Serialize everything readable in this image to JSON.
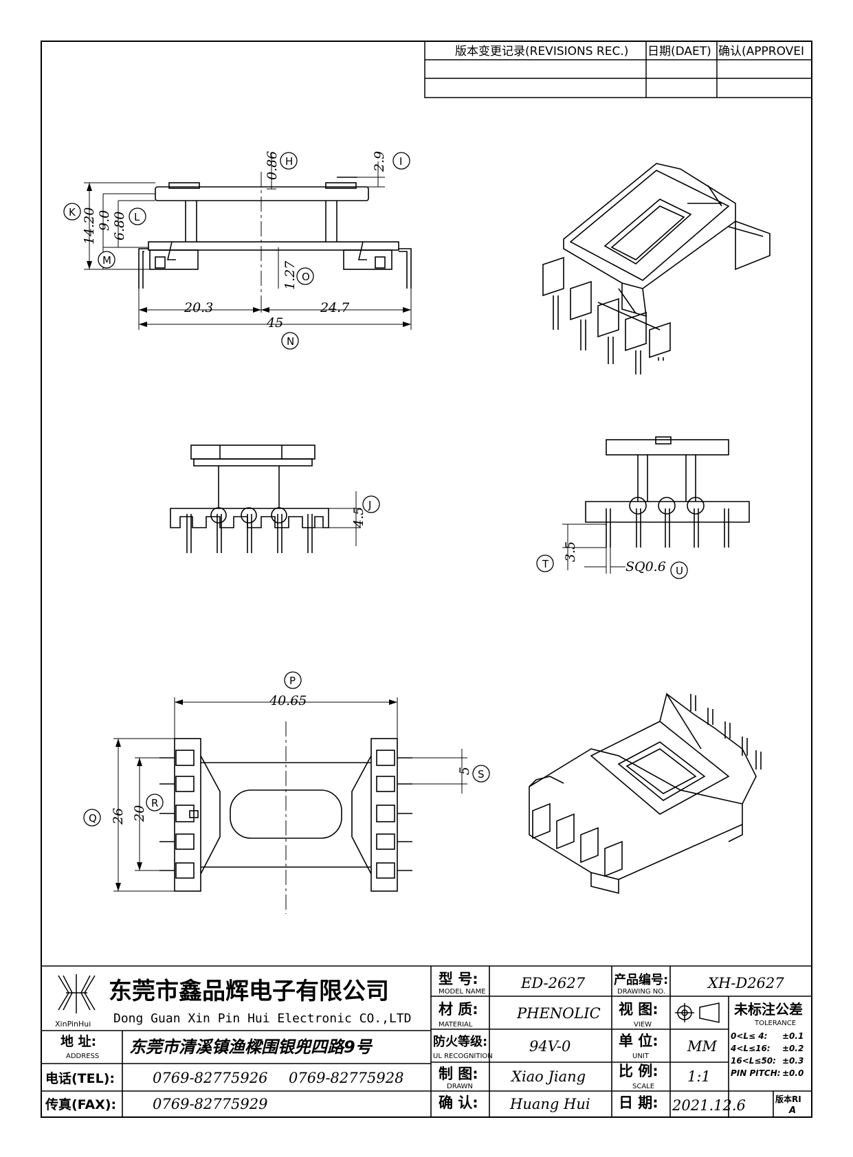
{
  "revisions": {
    "col_record": "版本变更记录(REVISIONS REC.)",
    "col_date": "日期(DAET)",
    "col_approve": "确认(APPROVEI"
  },
  "dims": {
    "h": "0.86",
    "i": "2.9",
    "k": "14.20",
    "l": "9.0",
    "l2": "6.80",
    "o": "1.27",
    "left_span": "20.3",
    "right_span": "24.7",
    "total": "45",
    "j": "4.5",
    "t": "3.5",
    "u": "SQ0.6",
    "p": "40.65",
    "q": "26",
    "r": "20",
    "s": "5"
  },
  "bubbles": {
    "h": "H",
    "i": "I",
    "k": "K",
    "l": "L",
    "m": "M",
    "o": "O",
    "n": "N",
    "j": "J",
    "t": "T",
    "u": "U",
    "p": "P",
    "q": "Q",
    "r": "R",
    "s": "S"
  },
  "title_block": {
    "logo_text": "XinPinHui",
    "company_cn": "东莞市鑫品辉电子有限公司",
    "company_en": "Dong Guan Xin Pin Hui Electronic CO.,LTD",
    "address_label": "地  址:",
    "address_sub": "ADDRESS",
    "address": "东莞市清溪镇渔樑围银兜四路9号",
    "tel_label": "电话(TEL):",
    "tel1": "0769-82775926",
    "tel2": "0769-82775928",
    "fax_label": "传真(FAX):",
    "fax": "0769-82775929",
    "model_label": "型  号:",
    "model_sub": "MODEL NAME",
    "model": "ED-2627",
    "material_label": "材  质:",
    "material_sub": "MATERIAL",
    "material": "PHENOLIC",
    "ul_label": "防火等级:",
    "ul_sub": "UL RECOGNITION",
    "ul": "94V-0",
    "drawn_label": "制  图:",
    "drawn_sub": "DRAWN",
    "drawn": "Xiao Jiang",
    "check_label": "确  认:",
    "check": "Huang Hui",
    "drawing_no_label": "产品编号:",
    "drawing_no_sub": "DRAWING NO.",
    "drawing_no": "XH-D2627",
    "view_label": "视  图:",
    "view_sub": "VIEW",
    "unit_label": "单  位:",
    "unit_sub": "UNIT",
    "unit": "MM",
    "scale_label": "比  例:",
    "scale_sub": "SCALE",
    "scale": "1:1",
    "date_label": "日  期:",
    "date": "2021.12.6",
    "tol_title": "未标注公差",
    "tol_sub": "TOLERANCE",
    "tol_rows": [
      {
        "range": "0<L≤ 4:",
        "value": "±0.1"
      },
      {
        "range": "4<L≤16:",
        "value": "±0.2"
      },
      {
        "range": "16<L≤50:",
        "value": "±0.3"
      },
      {
        "range": "PIN PITCH:",
        "value": "±0.0"
      }
    ],
    "rev_label": "版本RI",
    "rev": "A"
  }
}
